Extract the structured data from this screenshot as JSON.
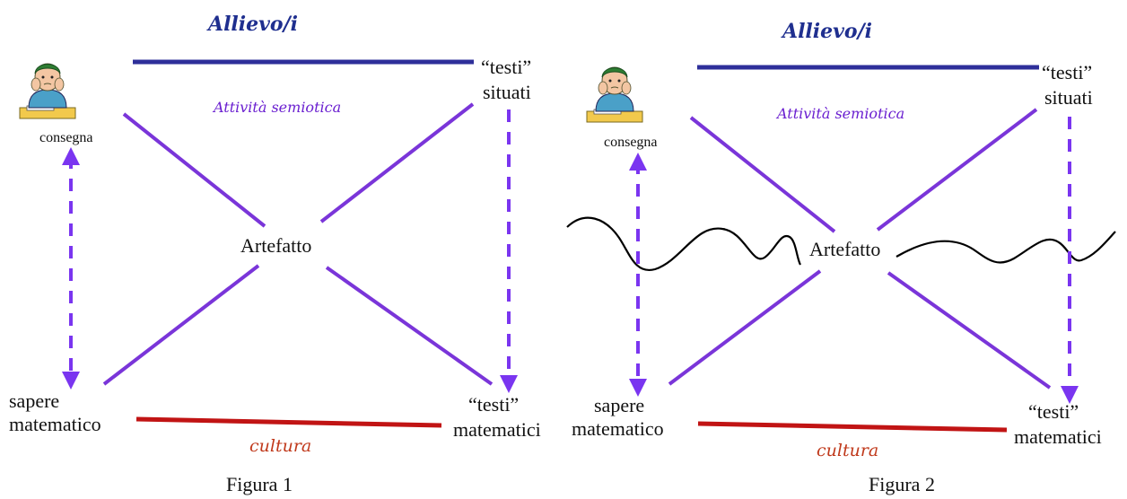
{
  "colors": {
    "top_line": "#2e2f9a",
    "bottom_line": "#c11414",
    "diagonal": "#7a35d9",
    "dashed": "#7a35f0",
    "wave": "#000000"
  },
  "figure1": {
    "top_label": "Allievo/i",
    "middle_label": "Attività semiotica",
    "bottom_label": "cultura",
    "center_label": "Artefatto",
    "top_left_label": "consegna",
    "top_right_label_1": "“testi”",
    "top_right_label_2": "situati",
    "bottom_left_label_1": "sapere",
    "bottom_left_label_2": "matematico",
    "bottom_right_label_1": "“testi”",
    "bottom_right_label_2": "matematici",
    "caption": "Figura 1",
    "student_icon": "student-thinking-icon"
  },
  "figure2": {
    "top_label": "Allievo/i",
    "middle_label": "Attività semiotica",
    "bottom_label": "cultura",
    "center_label": "Artefatto",
    "top_left_label": "consegna",
    "top_right_label_1": "“testi”",
    "top_right_label_2": "situati",
    "bottom_left_label_1": "sapere",
    "bottom_left_label_2": "matematico",
    "bottom_right_label_1": "“testi”",
    "bottom_right_label_2": "matematici",
    "caption": "Figura 2",
    "student_icon": "student-thinking-icon"
  }
}
